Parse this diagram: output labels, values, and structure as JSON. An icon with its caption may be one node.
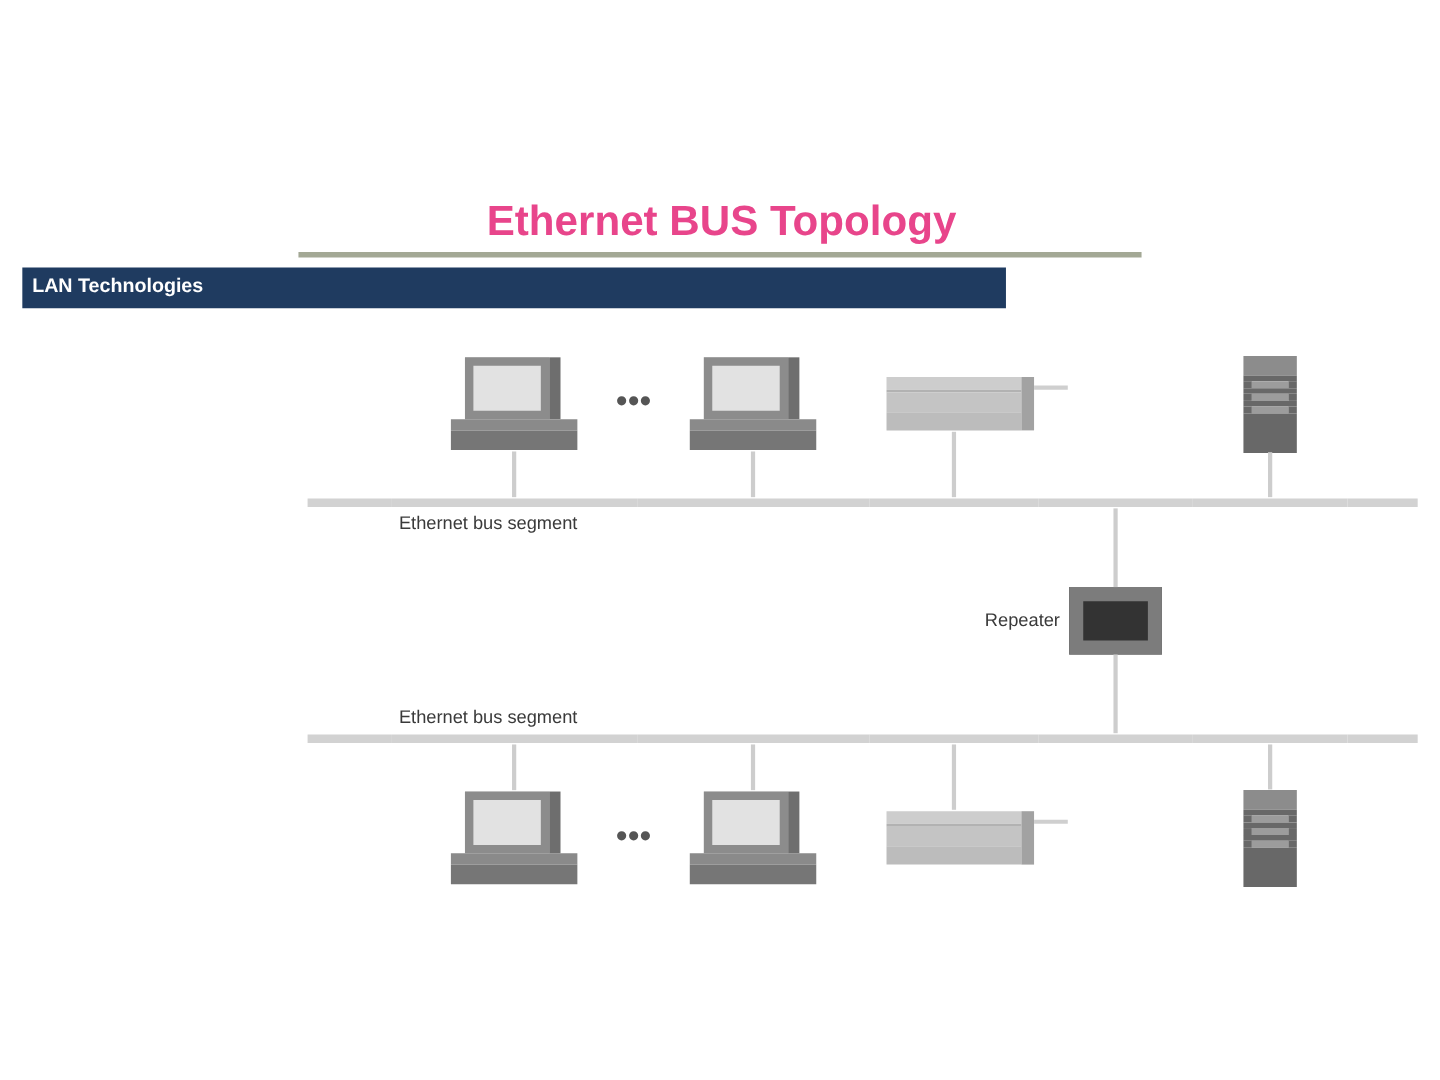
{
  "diagram": {
    "title": "Ethernet BUS Topology",
    "nodes": [
      {
        "text": [],
        "shape": "picture"
      },
      {
        "text": [],
        "shape": "picture"
      },
      {
        "text": [],
        "shape": "picture"
      },
      {
        "text": [],
        "shape": "picture"
      },
      {
        "text": [],
        "shape": "bar",
        "beside": [
          "Ethernet bus segment"
        ]
      },
      {
        "text": [],
        "shape": "picture",
        "beside": [
          "Repeater"
        ]
      },
      {
        "text": [],
        "shape": "bar",
        "beside": [
          "Ethernet bus segment"
        ]
      },
      {
        "text": [],
        "shape": "picture"
      },
      {
        "text": [],
        "shape": "picture"
      },
      {
        "text": [],
        "shape": "picture"
      },
      {
        "text": [],
        "shape": "picture"
      }
    ],
    "edges": [
      {
        "from": 0,
        "to": 4,
        "arrow": "none"
      },
      {
        "from": 1,
        "to": 4,
        "arrow": "none"
      },
      {
        "from": 2,
        "to": 4,
        "arrow": "none"
      },
      {
        "from": 3,
        "to": 4,
        "arrow": "none"
      },
      {
        "from": 4,
        "to": 5,
        "arrow": "none"
      },
      {
        "from": 5,
        "to": 6,
        "arrow": "none"
      },
      {
        "from": 6,
        "to": 7,
        "arrow": "none"
      },
      {
        "from": 6,
        "to": 8,
        "arrow": "none"
      },
      {
        "from": 6,
        "to": 9,
        "arrow": "none"
      },
      {
        "from": 6,
        "to": 10,
        "arrow": "none"
      }
    ],
    "labels": [
      "LAN Technologies",
      "•••",
      "•••"
    ]
  }
}
